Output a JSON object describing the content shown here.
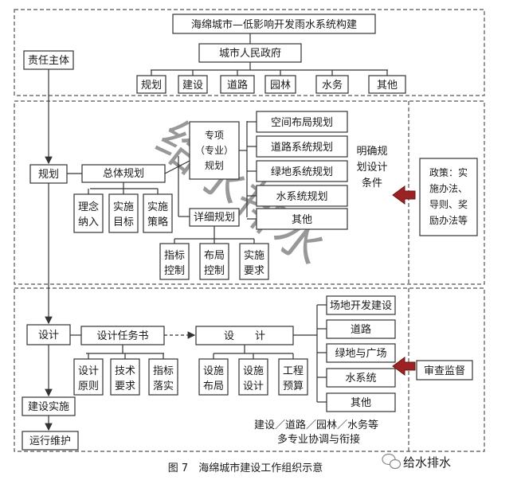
{
  "title": "海绵城市—低影响开发雨水系统构建",
  "government": "城市人民政府",
  "departments": [
    "规划",
    "建设",
    "道路",
    "园林",
    "水务",
    "其他"
  ],
  "stages": {
    "responsibility": "责任主体",
    "planning": "规划",
    "design": "设计",
    "construction": "建设实施",
    "operation": "运行维护"
  },
  "planning": {
    "overall": "总体规划",
    "overall_items": [
      [
        "理念",
        "纳入"
      ],
      [
        "实施",
        "目标"
      ],
      [
        "实施",
        "策略"
      ]
    ],
    "special": [
      "专项",
      "（专业）",
      "规划"
    ],
    "special_items": [
      "空间布局规划",
      "道路系统规划",
      "绿地系统规划",
      "水系统规划",
      "其他"
    ],
    "detailed": "详细规划",
    "detailed_items": [
      [
        "指标",
        "控制"
      ],
      [
        "布局",
        "控制"
      ],
      [
        "实施",
        "要求"
      ]
    ],
    "conditions": [
      "明确规",
      "划设计",
      "条件"
    ]
  },
  "policy": [
    "政策：实",
    "施办法、",
    "导则、奖",
    "励办法等"
  ],
  "design": {
    "task_book": "设计任务书",
    "task_items": [
      [
        "设计",
        "原则"
      ],
      [
        "技术",
        "要求"
      ],
      [
        "指标",
        "落实"
      ]
    ],
    "design_box": "设　　计",
    "design_items": [
      [
        "设施",
        "布局"
      ],
      [
        "设施",
        "设计"
      ],
      [
        "工程",
        "预算"
      ]
    ],
    "categories": [
      "场地开发建设",
      "道路",
      "绿地与广场",
      "水系统",
      "其他"
    ],
    "coordination": [
      "建设／道路／园林／水务等",
      "多专业协调与衔接"
    ]
  },
  "review": "审查监督",
  "watermark": "给水排水",
  "caption": "图 7　海绵城市建设工作组织示意",
  "logo_text": "给水排水"
}
